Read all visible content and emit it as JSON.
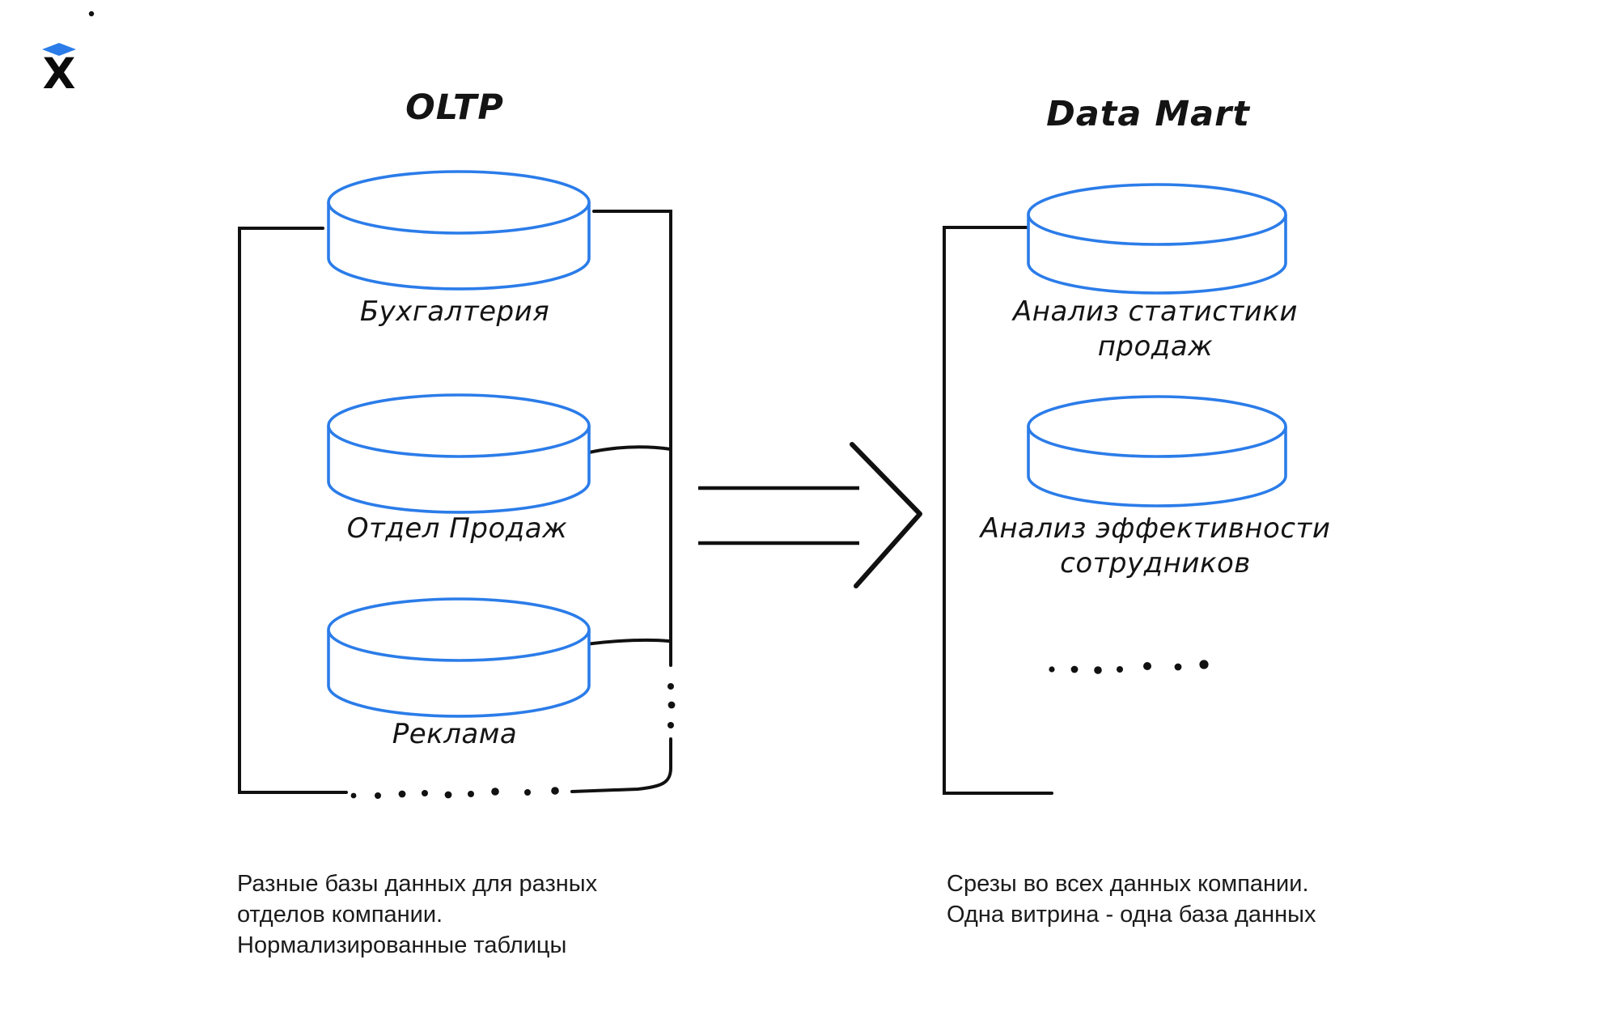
{
  "colors": {
    "background": "#ffffff",
    "cylinder_stroke": "#2b7ce9",
    "line_color": "#111111",
    "text_color": "#141414"
  },
  "logo": {
    "letter": "X"
  },
  "oltp": {
    "title": "OLTP",
    "databases": [
      "Бухгалтерия",
      "Отдел Продаж",
      "Реклама"
    ],
    "caption_lines": [
      "Разные базы данных для разных",
      "отделов компании.",
      "Нормализированные таблицы"
    ]
  },
  "data_mart": {
    "title": "Data Mart",
    "databases": [
      {
        "line1": "Анализ статистики",
        "line2": "продаж"
      },
      {
        "line1": "Анализ эффективности",
        "line2": "сотрудников"
      }
    ],
    "caption_lines": [
      "Срезы во всех данных компании.",
      "Одна витрина - одна база данных"
    ]
  }
}
